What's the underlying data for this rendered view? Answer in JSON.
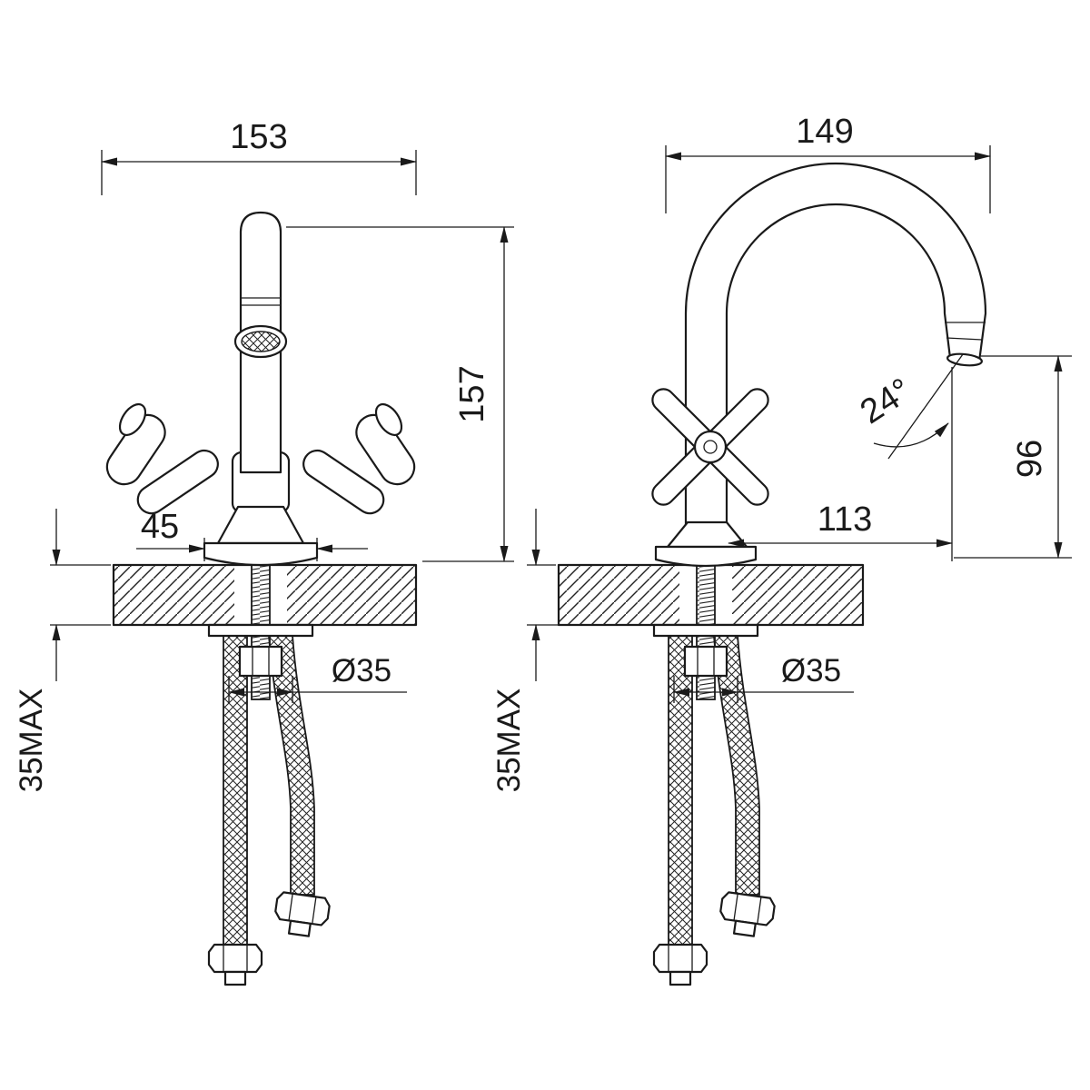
{
  "drawing": {
    "front_view": {
      "overall_width": "153",
      "overall_height": "157",
      "base_width": "45",
      "hole_diameter": "Ø35",
      "deck_max_thickness": "35MAX"
    },
    "side_view": {
      "overall_depth": "149",
      "spout_angle": "24°",
      "spout_height": "96",
      "spout_reach": "113",
      "hole_diameter": "Ø35",
      "deck_max_thickness": "35MAX"
    }
  }
}
